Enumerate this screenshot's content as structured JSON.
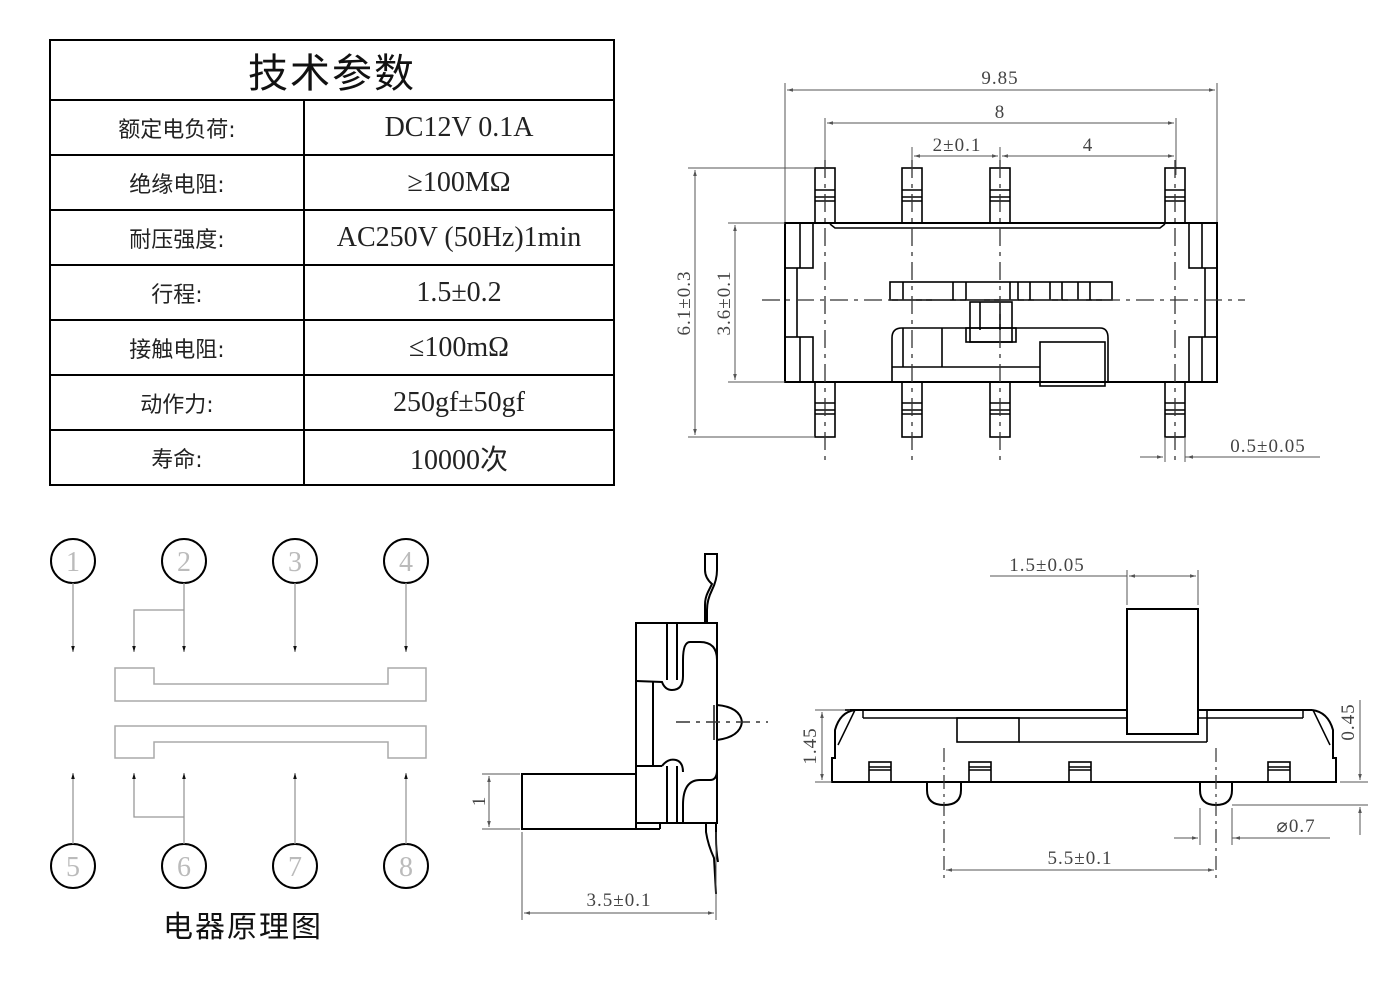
{
  "spec_table": {
    "title": "技术参数",
    "rows": [
      {
        "label": "额定电负荷:",
        "value": "DC12V 0.1A"
      },
      {
        "label": "绝缘电阻:",
        "value": "≥100MΩ"
      },
      {
        "label": "耐压强度:",
        "value": "AC250V (50Hz)1min"
      },
      {
        "label": "行程:",
        "value": "1.5±0.2"
      },
      {
        "label": "接触电阻:",
        "value": "≤100mΩ"
      },
      {
        "label": "动作力:",
        "value": "250gf±50gf"
      },
      {
        "label": "寿命:",
        "value": "10000次"
      }
    ]
  },
  "top_view": {
    "dims": {
      "overall_width": "9.85",
      "pin_span": "8",
      "pin_pitch": "2±0.1",
      "pin_group_span": "4",
      "overall_height": "6.1±0.3",
      "body_height": "3.6±0.1",
      "pin_width": "0.5±0.05"
    }
  },
  "schematic": {
    "caption": "电器原理图",
    "pins_top": [
      "1",
      "2",
      "3",
      "4"
    ],
    "pins_bottom": [
      "5",
      "6",
      "7",
      "8"
    ]
  },
  "side_view": {
    "dims": {
      "actuator_thickness": "1",
      "depth": "3.5±0.1"
    }
  },
  "front_view": {
    "dims": {
      "actuator_width": "1.5±0.05",
      "body_height": "1.45",
      "post_height": "0.45",
      "post_diameter": "⌀0.7",
      "post_spacing": "5.5±0.1"
    }
  },
  "colors": {
    "line": "#000000",
    "dim_line": "#555555",
    "schematic_line": "#aaaaaa",
    "pin_label": "#bbbbbb"
  }
}
